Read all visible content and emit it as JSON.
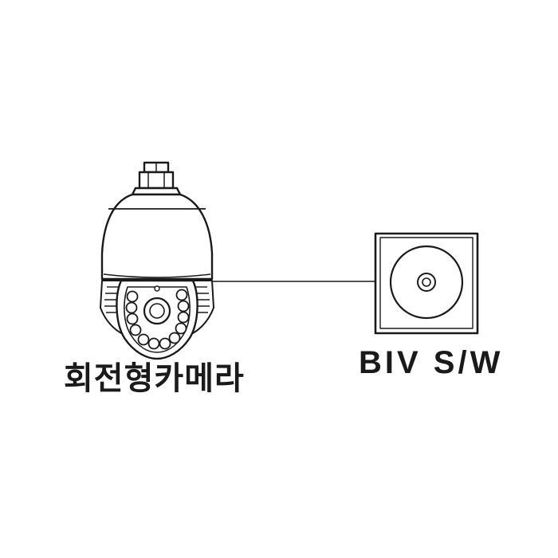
{
  "camera": {
    "label": "회전형카메라",
    "icon": "ptz-dome-camera-icon"
  },
  "switch": {
    "label": "BIV S/W",
    "icon": "biv-switch-icon"
  },
  "connection": {
    "type": "line"
  },
  "colors": {
    "stroke": "#1a1a1a",
    "background": "#ffffff"
  }
}
